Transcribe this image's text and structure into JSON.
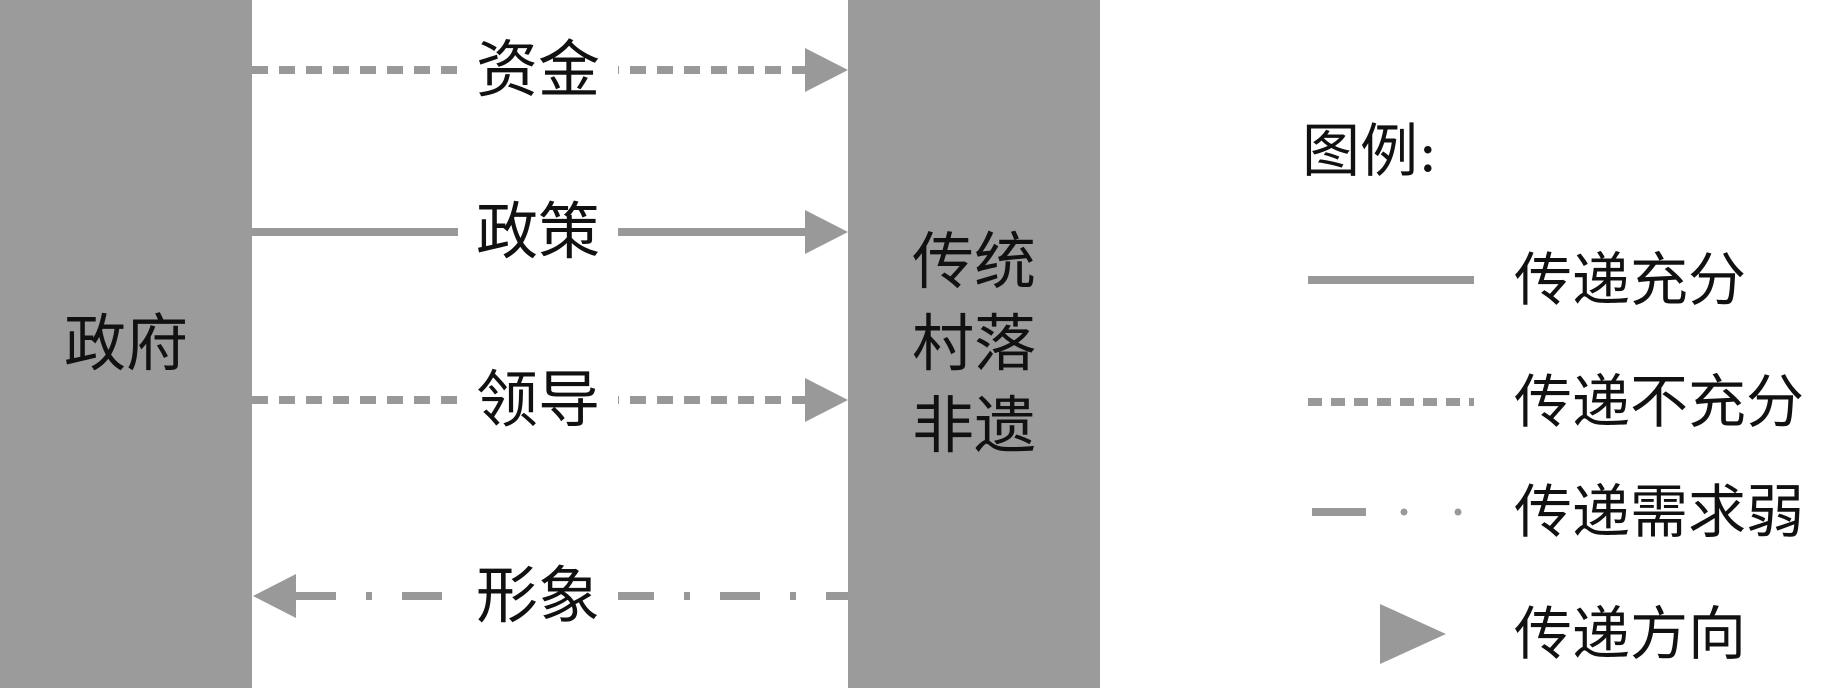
{
  "nodes": {
    "government": "政府",
    "village_lines": [
      "传统",
      "村落",
      "非遗"
    ]
  },
  "edges": [
    {
      "label": "资金",
      "style": "dashed",
      "direction": "to-village"
    },
    {
      "label": "政策",
      "style": "solid",
      "direction": "to-village"
    },
    {
      "label": "领导",
      "style": "dashed",
      "direction": "to-village"
    },
    {
      "label": "形象",
      "style": "dash-dot",
      "direction": "to-government"
    }
  ],
  "legend": {
    "title": "图例:",
    "items": [
      {
        "label": "传递充分",
        "symbol": "solid-line"
      },
      {
        "label": "传递不充分",
        "symbol": "dashed-line"
      },
      {
        "label": "传递需求弱",
        "symbol": "dash-dot-line"
      },
      {
        "label": "传递方向",
        "symbol": "arrowhead"
      }
    ]
  },
  "colors": {
    "box": "#9b9b9b",
    "line": "#999999",
    "text": "#111111"
  }
}
